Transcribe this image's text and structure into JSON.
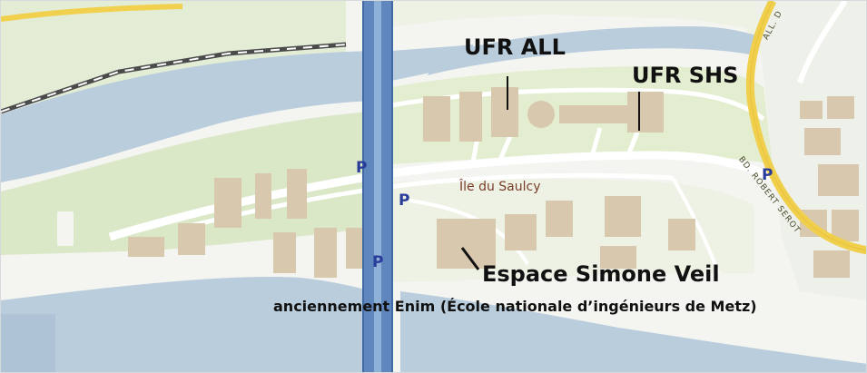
{
  "labels": {
    "ufr_all": "UFR ALL",
    "ufr_shs": "UFR SHS",
    "ile_du_saulcy": "Île du Saulcy",
    "espace_simone_veil": "Espace Simone Veil",
    "subtitle": "anciennement Enim (École nationale d’ingénieurs de Metz)"
  },
  "parking": {
    "p1": "P",
    "p2": "P",
    "p3": "P",
    "p4": "P"
  },
  "streets": {
    "bd_robert_serot": "BD. ROBERT SEROT",
    "allee": "ALL. D"
  },
  "colors": {
    "water": "#b7cbdc",
    "land": "#f6f6f4",
    "green": "#d6e6bf",
    "building": "#d6c7ad",
    "road_yellow": "#f3d35b",
    "bridge": "#5d86bd",
    "parking": "#2a3c9a"
  }
}
